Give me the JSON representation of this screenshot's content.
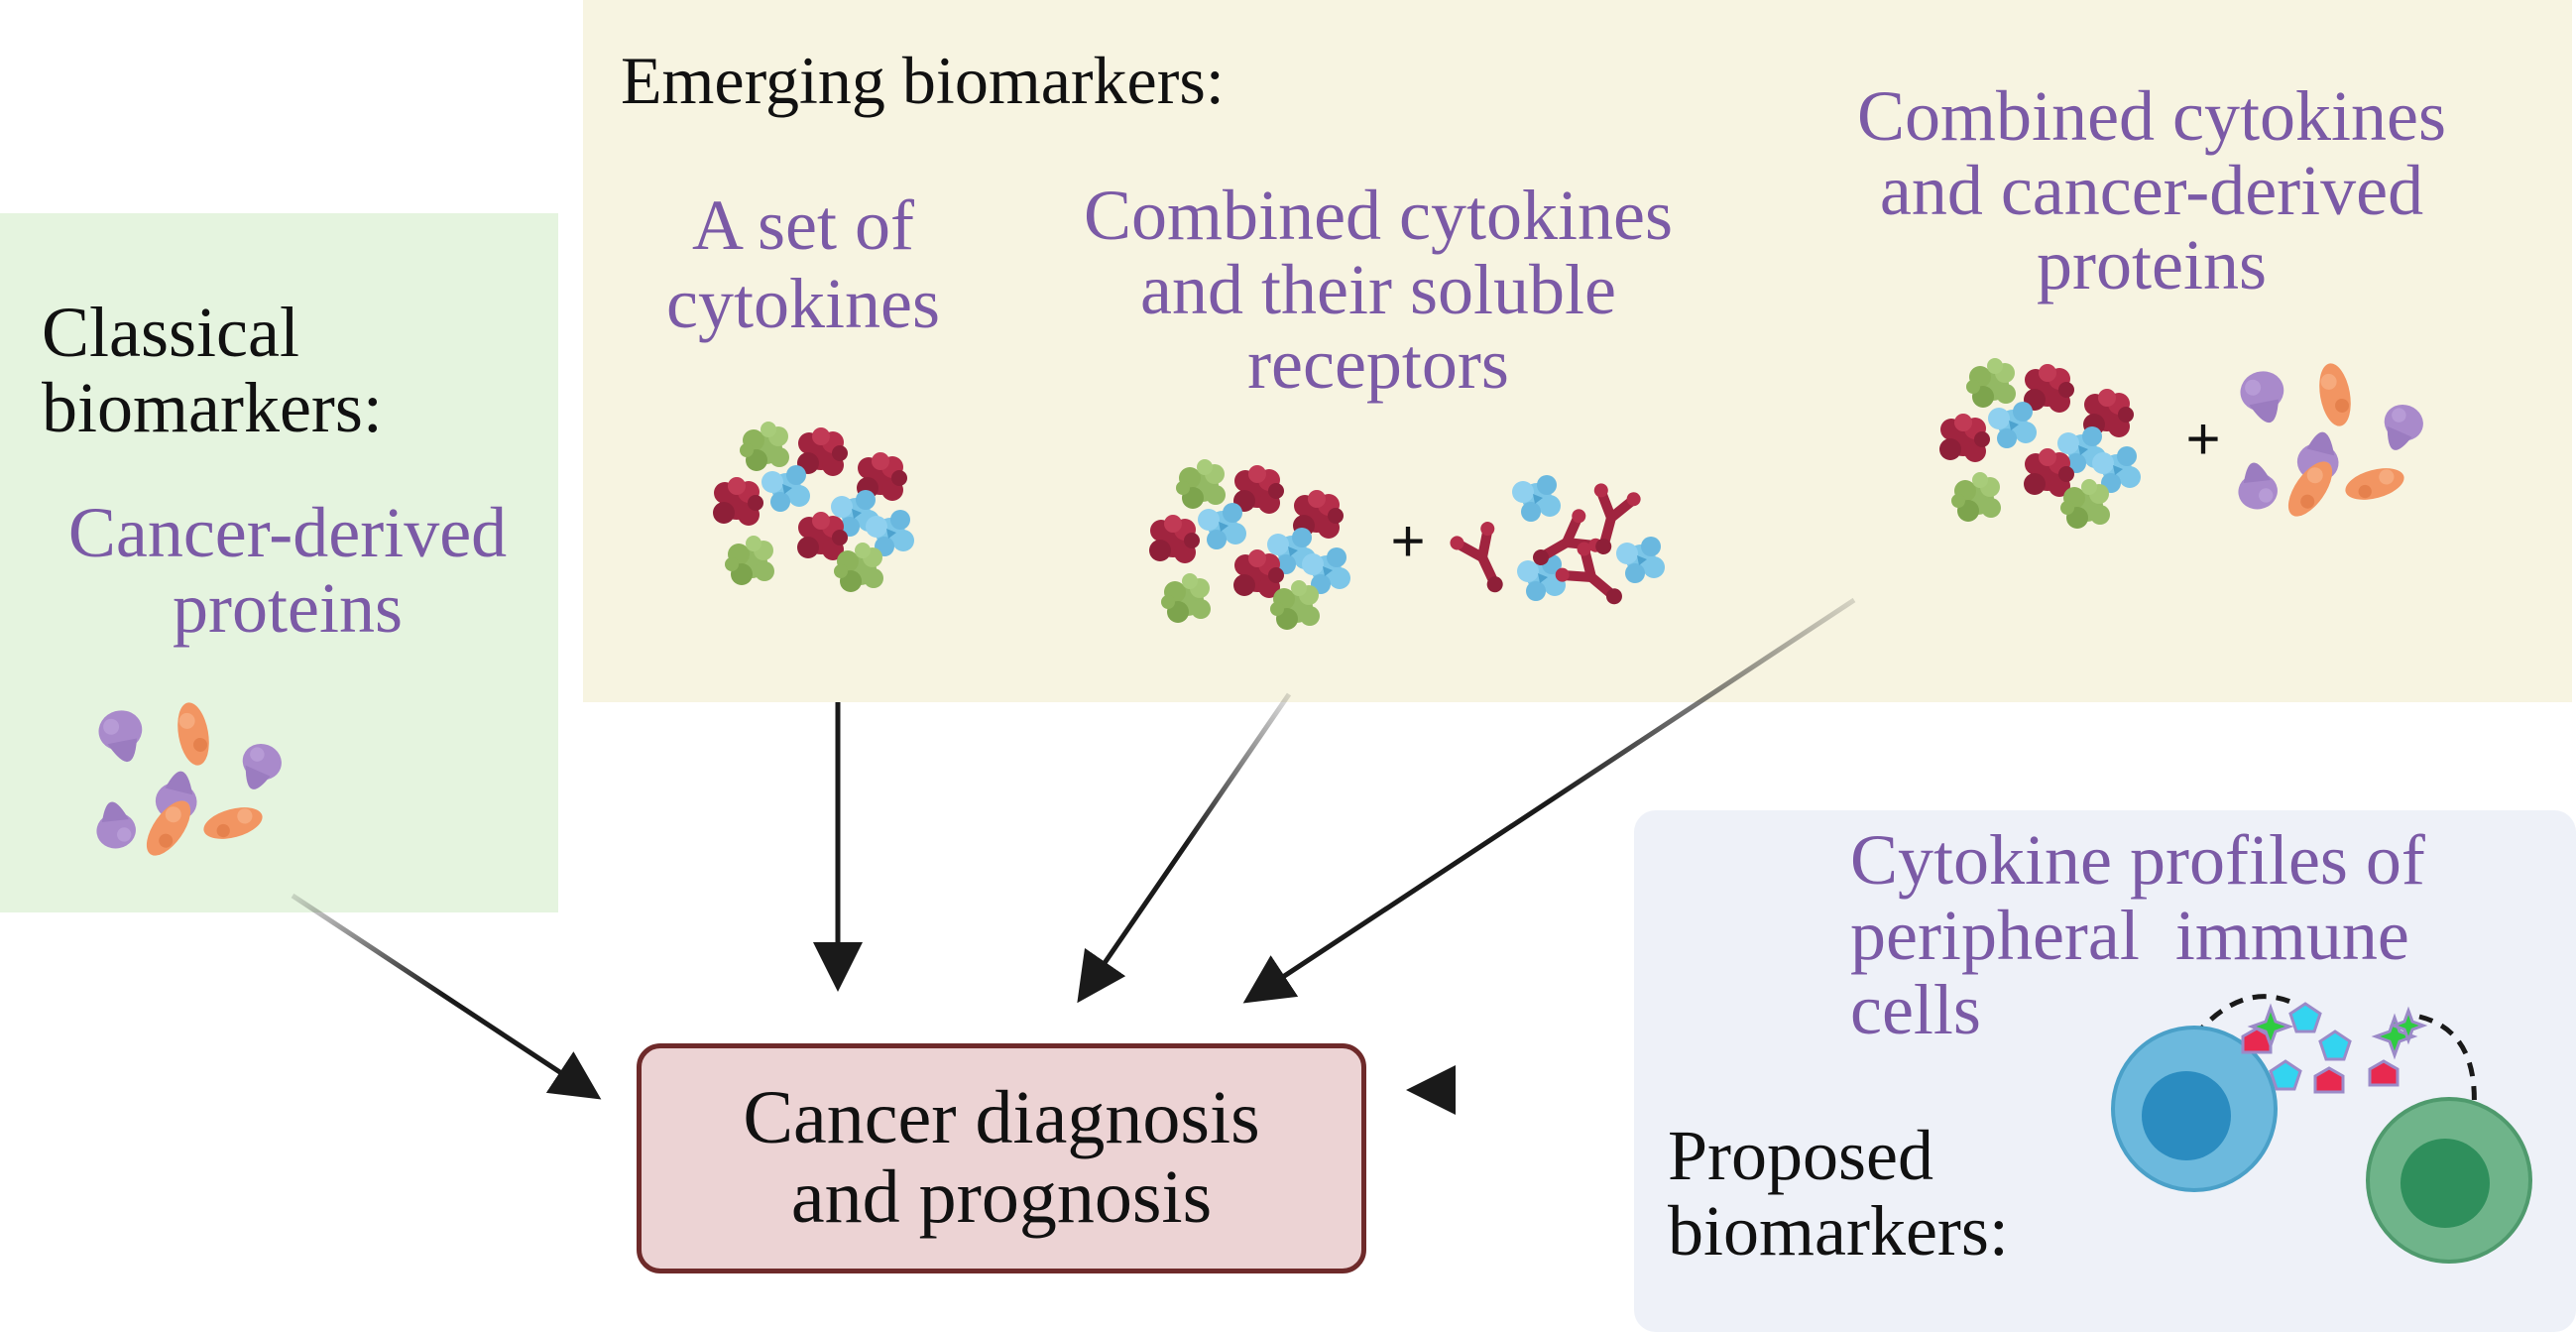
{
  "emerging": {
    "title": "Emerging biomarkers:",
    "set_of_cytokines": "A set of\ncytokines",
    "cytokines_receptors": "Combined cytokines\nand their soluble\nreceptors",
    "cytokines_cancer_proteins": "Combined cytokines\nand cancer-derived\nproteins",
    "plus_sign": "+"
  },
  "classical": {
    "title": "Classical\nbiomarkers:",
    "subtitle": "Cancer-derived\nproteins"
  },
  "proposed": {
    "subtitle": "Cytokine profiles of\nperipheral  immune\ncells",
    "title": "Proposed\nbiomarkers:"
  },
  "outcome": {
    "label": "Cancer diagnosis\nand prognosis"
  },
  "colors": {
    "classical_panel": "#e5f4df",
    "emerging_panel": "#f7f4e1",
    "proposed_panel": "#eef1f8",
    "outcome_box": "#ecd3d4",
    "outcome_border": "#6e2a2a",
    "purple_text": "#7b5aa6",
    "cytokine_red": "#a0243f",
    "cytokine_blue": "#7cc6e8",
    "cytokine_green": "#93b964",
    "protein_purple": "#a98acb",
    "protein_orange": "#f29562",
    "cell_blue": "#6cb9dd",
    "cell_green": "#6fb48a"
  }
}
